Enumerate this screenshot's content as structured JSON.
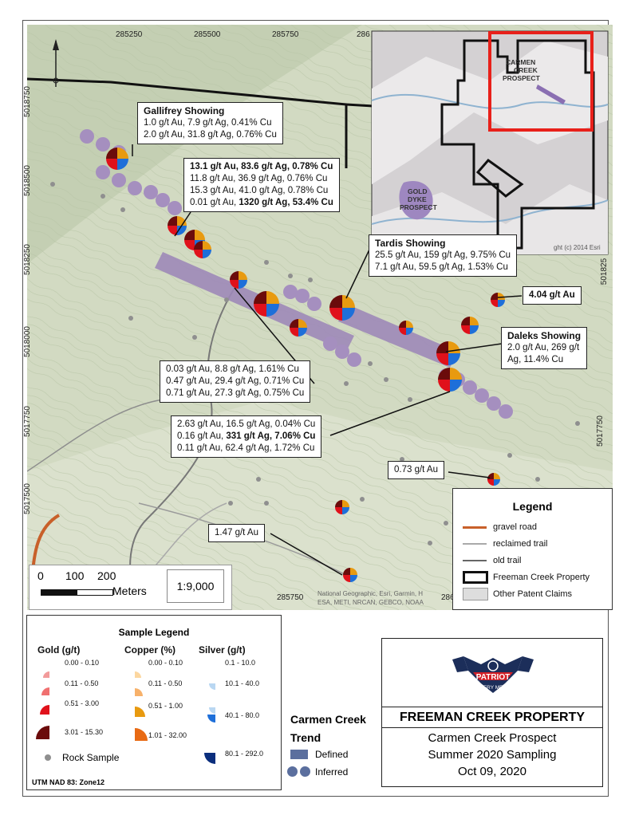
{
  "map": {
    "coords_top": [
      "285250",
      "285500",
      "285750",
      "286"
    ],
    "coords_bottom": [
      "285750",
      "286"
    ],
    "coords_left": [
      "5018750",
      "5018500",
      "5018250",
      "5018000",
      "5017750",
      "5017500"
    ],
    "coords_right": [
      "501825",
      "5017750"
    ],
    "north_label": "N",
    "inset": {
      "carmen_label": "CARMEN CREEK PROSPECT",
      "gold_label": "GOLD DYKE PROSPECT",
      "copyright": "ght (c) 2014 Esri"
    },
    "attribution_line1": "National Geographic, Esri, Garmin, H",
    "attribution_line2": "ESA, METI, NRCAN, GEBCO, NOAA"
  },
  "callouts": {
    "gallifrey": {
      "title": "Gallifrey Showing",
      "lines": [
        "1.0 g/t Au, 7.9 g/t Ag, 0.41% Cu",
        "2.0 g/t Au, 31.8 g/t Ag, 0.76% Cu"
      ]
    },
    "mid": {
      "line1": "13.1 g/t Au, 83.6 g/t Ag, 0.78% Cu",
      "line2": "11.8 g/t Au, 36.9 g/t Ag, 0.76% Cu",
      "line3": "15.3 g/t Au, 41.0 g/t Ag, 0.78% Cu",
      "line4a": "0.01 g/t Au, ",
      "line4b": "1320 g/t Ag, 53.4% Cu"
    },
    "tardis": {
      "title": "Tardis Showing",
      "lines": [
        "25.5 g/t Au, 159 g/t Ag, 9.75% Cu",
        "7.1 g/t Au, 59.5 g/t Ag, 1.53% Cu"
      ]
    },
    "au404": "4.04 g/t Au",
    "daleks": {
      "title": "Daleks Showing",
      "lines": [
        "2.0 g/t Au, 269 g/t",
        "Ag, 11.4% Cu"
      ]
    },
    "lowmid": {
      "lines": [
        "0.03 g/t Au, 8.8 g/t Ag, 1.61% Cu",
        "0.47 g/t Au, 29.4 g/t Ag, 0.71% Cu",
        "0.71 g/t Au, 27.3 g/t Ag, 0.75% Cu"
      ]
    },
    "low": {
      "line1": "2.63 g/t Au, 16.5 g/t Ag, 0.04% Cu",
      "line2a": "0.16 g/t Au, ",
      "line2b": "331 g/t Ag, 7.06% Cu",
      "line3": "0.11 g/t Au, 62.4 g/t Ag, 1.72% Cu"
    },
    "au073": "0.73 g/t Au",
    "au147": "1.47 g/t Au"
  },
  "scale": {
    "labels": [
      "0",
      "100",
      "200"
    ],
    "unit": "Meters",
    "ratio": "1:9,000"
  },
  "legend": {
    "title": "Legend",
    "items": [
      "gravel road",
      "reclaimed trail",
      "old trail",
      "Freeman Creek Property",
      "Other Patent Claims"
    ],
    "colors": {
      "gravel": "#c8602a",
      "reclaimed": "#a9a9a9",
      "old": "#666666"
    }
  },
  "sample_legend": {
    "title": "Sample Legend",
    "gold_head": "Gold (g/t)",
    "gold": [
      "0.00 - 0.10",
      "0.11 - 0.50",
      "0.51 - 3.00",
      "3.01 - 15.30"
    ],
    "copper_head": "Copper (%)",
    "copper": [
      "0.00 - 0.10",
      "0.11 - 0.50",
      "0.51 - 1.00",
      "1.01 - 32.00"
    ],
    "silver_head": "Silver (g/t)",
    "silver": [
      "0.1 - 10.0",
      "10.1 - 40.0",
      "40.1 - 80.0",
      "80.1 - 292.0"
    ],
    "rock": "Rock Sample",
    "utm": "UTM NAD 83: Zone12"
  },
  "trend": {
    "title1": "Carmen Creek",
    "title2": "Trend",
    "defined": "Defined",
    "inferred": "Inferred"
  },
  "titleblock": {
    "logo1": "PATRIOT",
    "logo2": "BATTERY METALS",
    "property": "FREEMAN CREEK PROPERTY",
    "line1": "Carmen Creek Prospect",
    "line2": "Summer 2020 Sampling",
    "line3": "Oct 09, 2020"
  }
}
